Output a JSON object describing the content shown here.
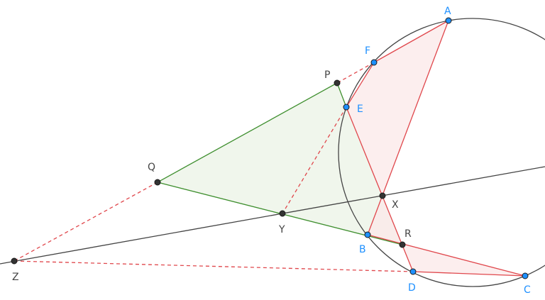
{
  "points": [
    {
      "id": "A",
      "label": "A",
      "kind": "circle"
    },
    {
      "id": "F",
      "label": "F",
      "kind": "circle"
    },
    {
      "id": "E",
      "label": "E",
      "kind": "circle"
    },
    {
      "id": "B",
      "label": "B",
      "kind": "circle"
    },
    {
      "id": "D",
      "label": "D",
      "kind": "circle"
    },
    {
      "id": "C",
      "label": "C",
      "kind": "circle"
    },
    {
      "id": "P",
      "label": "P",
      "kind": "constructed"
    },
    {
      "id": "Q",
      "label": "Q",
      "kind": "constructed"
    },
    {
      "id": "R",
      "label": "R",
      "kind": "constructed"
    },
    {
      "id": "X",
      "label": "X",
      "kind": "constructed"
    },
    {
      "id": "Y",
      "label": "Y",
      "kind": "constructed"
    },
    {
      "id": "Z",
      "label": "Z",
      "kind": "constructed"
    }
  ],
  "colors": {
    "circle_point": "#1e90ff",
    "constructed_point": "#333333",
    "circle_label": "#1e90ff",
    "constructed_label": "#444444",
    "hexagon": "#e0474c",
    "hexagon_fill": "#fbeaea",
    "triangle": "#3f8f2f",
    "triangle_fill": "#eef5ea",
    "line": "#444444"
  }
}
